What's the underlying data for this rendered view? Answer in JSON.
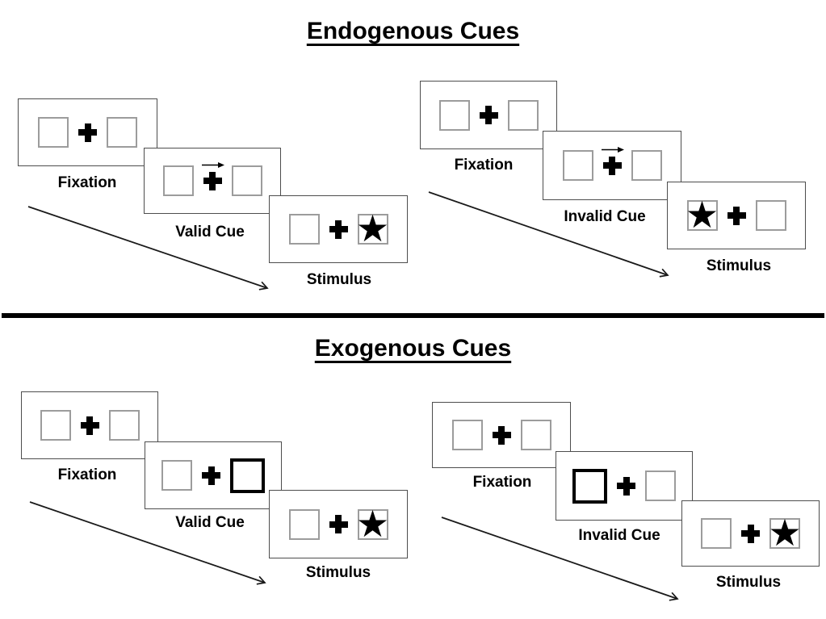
{
  "page": {
    "background": "#ffffff"
  },
  "colors": {
    "ink": "#000000",
    "panel_border": "#4d4d4d",
    "box_border": "#9c9c9c",
    "divider": "#000000"
  },
  "glyphs": {
    "star": "★",
    "fixation_cross": "+",
    "cue_arrow": "→"
  },
  "sections": [
    {
      "id": "endogenous",
      "title": "Endogenous Cues",
      "groups": [
        {
          "id": "valid-trial",
          "panels": [
            {
              "label": "Fixation",
              "left": "plain",
              "right": "plain",
              "arrow_cue": false
            },
            {
              "label": "Valid Cue",
              "left": "plain",
              "right": "plain",
              "arrow_cue": true
            },
            {
              "label": "Stimulus",
              "left": "plain",
              "right": "star",
              "arrow_cue": false
            }
          ]
        },
        {
          "id": "invalid-trial",
          "panels": [
            {
              "label": "Fixation",
              "left": "plain",
              "right": "plain",
              "arrow_cue": false
            },
            {
              "label": "Invalid Cue",
              "left": "plain",
              "right": "plain",
              "arrow_cue": true
            },
            {
              "label": "Stimulus",
              "left": "star",
              "right": "plain",
              "arrow_cue": false
            }
          ]
        }
      ]
    },
    {
      "id": "exogenous",
      "title": "Exogenous Cues",
      "groups": [
        {
          "id": "valid-trial",
          "panels": [
            {
              "label": "Fixation",
              "left": "plain",
              "right": "plain",
              "arrow_cue": false
            },
            {
              "label": "Valid Cue",
              "left": "plain",
              "right": "bold",
              "arrow_cue": false
            },
            {
              "label": "Stimulus",
              "left": "plain",
              "right": "star",
              "arrow_cue": false
            }
          ]
        },
        {
          "id": "invalid-trial",
          "panels": [
            {
              "label": "Fixation",
              "left": "plain",
              "right": "plain",
              "arrow_cue": false
            },
            {
              "label": "Invalid Cue",
              "left": "bold",
              "right": "plain",
              "arrow_cue": false
            },
            {
              "label": "Stimulus",
              "left": "plain",
              "right": "star",
              "arrow_cue": false
            }
          ]
        }
      ]
    }
  ]
}
